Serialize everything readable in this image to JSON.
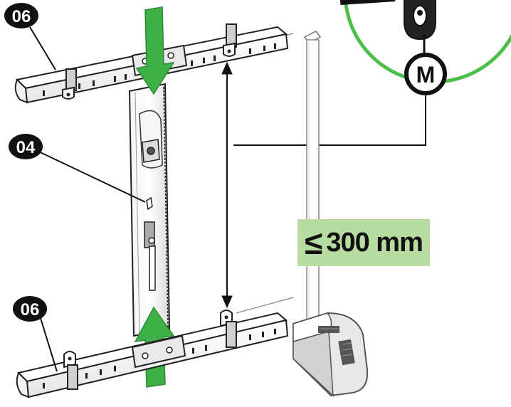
{
  "callouts": {
    "top_bar": "06",
    "center_rail": "04",
    "bottom_bar": "06",
    "detail": "M"
  },
  "dimension": {
    "symbol": "≤",
    "value": "300 mm"
  },
  "colors": {
    "arrow_green": "#3fb047",
    "detail_ring": "#4cc04a",
    "label_fill": "#b7dca0",
    "outline": "#111111"
  }
}
